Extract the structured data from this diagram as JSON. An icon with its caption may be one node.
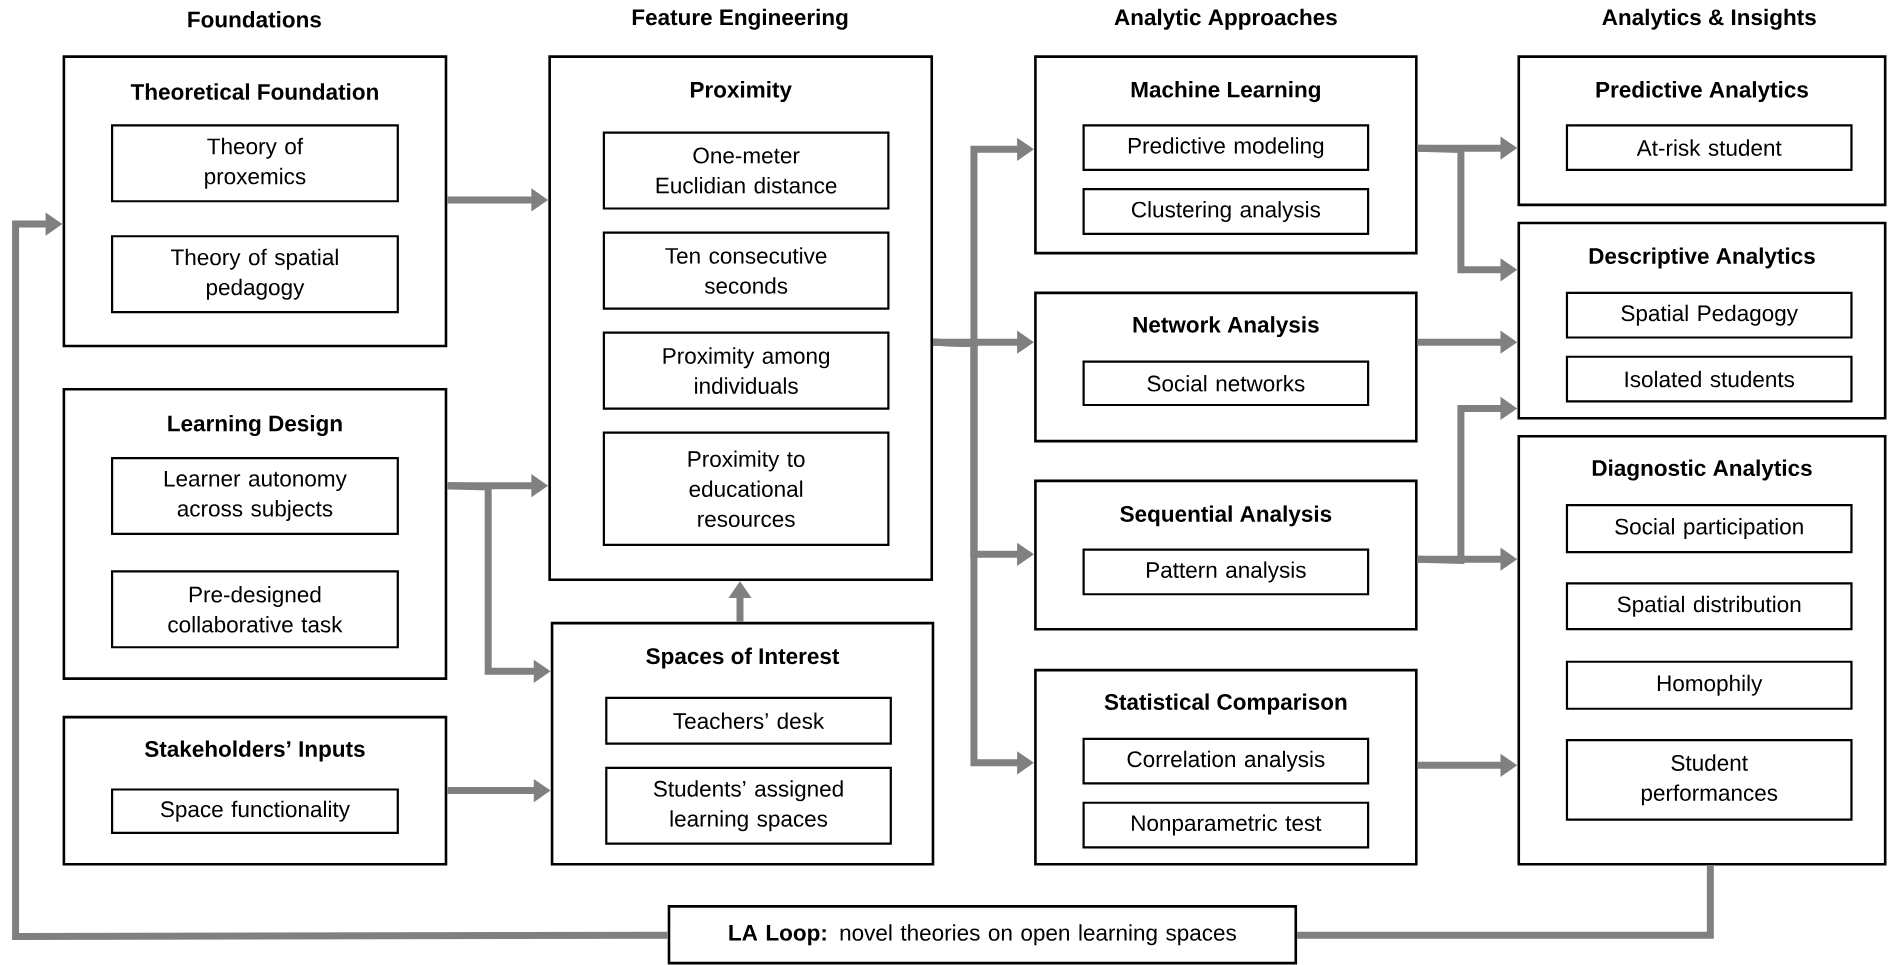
{
  "diagram": {
    "nodes": [
      {
        "text": [
          "Theoretical Foundation"
        ]
      },
      {
        "text": [
          "Theory of proxemics"
        ],
        "in": 0
      },
      {
        "text": [
          "Theory of spatial pedagogy"
        ],
        "in": 0
      },
      {
        "text": [
          "Learning Design"
        ]
      },
      {
        "text": [
          "Learner autonomy across subjects"
        ],
        "in": 3
      },
      {
        "text": [
          "Pre-designed collaborative task"
        ],
        "in": 3
      },
      {
        "text": [
          "Stakeholders’ Inputs"
        ]
      },
      {
        "text": [
          "Space functionality"
        ],
        "in": 6
      },
      {
        "text": [
          "Proximity"
        ]
      },
      {
        "text": [
          "One-meter Euclidian distance"
        ],
        "in": 8
      },
      {
        "text": [
          "Ten consecutive seconds"
        ],
        "in": 8
      },
      {
        "text": [
          "Proximity among individuals"
        ],
        "in": 8
      },
      {
        "text": [
          "Proximity to educational resources"
        ],
        "in": 8
      },
      {
        "text": [
          "Spaces of Interest"
        ]
      },
      {
        "text": [
          "Teachers’ desk"
        ],
        "in": 13
      },
      {
        "text": [
          "Students’ assigned learning spaces"
        ],
        "in": 13
      },
      {
        "text": [
          "Machine Learning"
        ]
      },
      {
        "text": [
          "Predictive modeling"
        ],
        "in": 16
      },
      {
        "text": [
          "Clustering analysis"
        ],
        "in": 16
      },
      {
        "text": [
          "Network Analysis"
        ]
      },
      {
        "text": [
          "Social networks"
        ],
        "in": 19
      },
      {
        "text": [
          "Sequential Analysis"
        ]
      },
      {
        "text": [
          "Pattern analysis"
        ],
        "in": 21
      },
      {
        "text": [
          "Statistical Comparison"
        ]
      },
      {
        "text": [
          "Correlation analysis"
        ],
        "in": 23
      },
      {
        "text": [
          "Nonparametric test"
        ],
        "in": 23
      },
      {
        "text": [
          "Predictive Analytics"
        ]
      },
      {
        "text": [
          "At-risk student"
        ],
        "in": 26
      },
      {
        "text": [
          "Descriptive Analytics"
        ]
      },
      {
        "text": [
          "Spatial Pedagogy"
        ],
        "in": 28
      },
      {
        "text": [
          "Isolated students"
        ],
        "in": 28
      },
      {
        "text": [
          "Diagnostic Analytics"
        ]
      },
      {
        "text": [
          "Social participation"
        ],
        "in": 31
      },
      {
        "text": [
          "Spatial distribution"
        ],
        "in": 31
      },
      {
        "text": [
          "Homophily"
        ],
        "in": 31
      },
      {
        "text": [
          "Student performances"
        ],
        "in": 31
      },
      {
        "text": [
          "**LA Loop:** novel theories on open learning spaces"
        ]
      }
    ],
    "edges": [
      {
        "from": 0,
        "to": 8,
        "arrow": "to"
      },
      {
        "from": 3,
        "to": 8,
        "arrow": "to"
      },
      {
        "from": 3,
        "to": 13,
        "arrow": "to"
      },
      {
        "from": 6,
        "to": 13,
        "arrow": "to"
      },
      {
        "from": 13,
        "to": 8,
        "arrow": "to"
      },
      {
        "from": 8,
        "to": 16,
        "arrow": "to"
      },
      {
        "from": 8,
        "to": 19,
        "arrow": "to"
      },
      {
        "from": 8,
        "to": 21,
        "arrow": "to"
      },
      {
        "from": 8,
        "to": 23,
        "arrow": "to"
      },
      {
        "from": 16,
        "to": 26,
        "arrow": "to"
      },
      {
        "from": 16,
        "to": 28,
        "arrow": "to"
      },
      {
        "from": 19,
        "to": 28,
        "arrow": "to"
      },
      {
        "from": 21,
        "to": 28,
        "arrow": "to"
      },
      {
        "from": 21,
        "to": 31,
        "arrow": "to"
      },
      {
        "from": 23,
        "to": 31,
        "arrow": "to"
      },
      {
        "from": 31,
        "to": 36,
        "arrow": "none"
      },
      {
        "from": 36,
        "to": 0,
        "arrow": "to"
      }
    ],
    "labels": [
      "Foundations",
      "Feature Engineering",
      "Analytic Approaches",
      "Analytics & Insights"
    ]
  }
}
